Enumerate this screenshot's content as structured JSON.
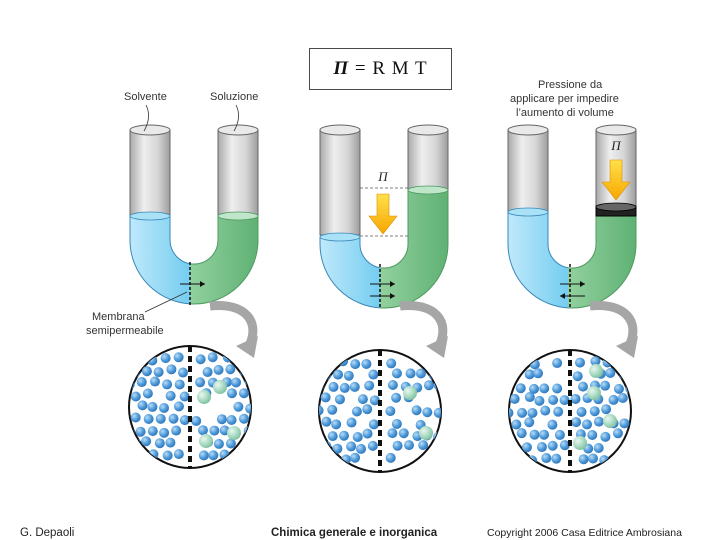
{
  "formula": {
    "symbol": "Π",
    "rest": "= R M T"
  },
  "labels": {
    "solvente": "Solvente",
    "soluzione": "Soluzione",
    "membrana_line1": "Membrana",
    "membrana_line2": "semipermeabile",
    "pressure_line1": "Pressione da",
    "pressure_line2": "applicare per impedire",
    "pressure_line3": "l’aumento di volume",
    "pi_mid": "Π",
    "pi_right": "Π"
  },
  "footer": {
    "author": "G. Depaoli",
    "title": "Chimica generale e inorganica",
    "copyright": "Copyright 2006 Casa Editrice Ambrosiana"
  },
  "colors": {
    "solvent_blue": "#6fcbef",
    "solution_green": "#8fcf9c",
    "glass": "#d9d9d9",
    "arrow_orange": "#f7a600",
    "arrow_yellow": "#ffe14a",
    "molecule_blue": "#4b98d8",
    "solute_green": "#a7d9c2",
    "curved_arrow_gray": "#a6a6a6"
  }
}
